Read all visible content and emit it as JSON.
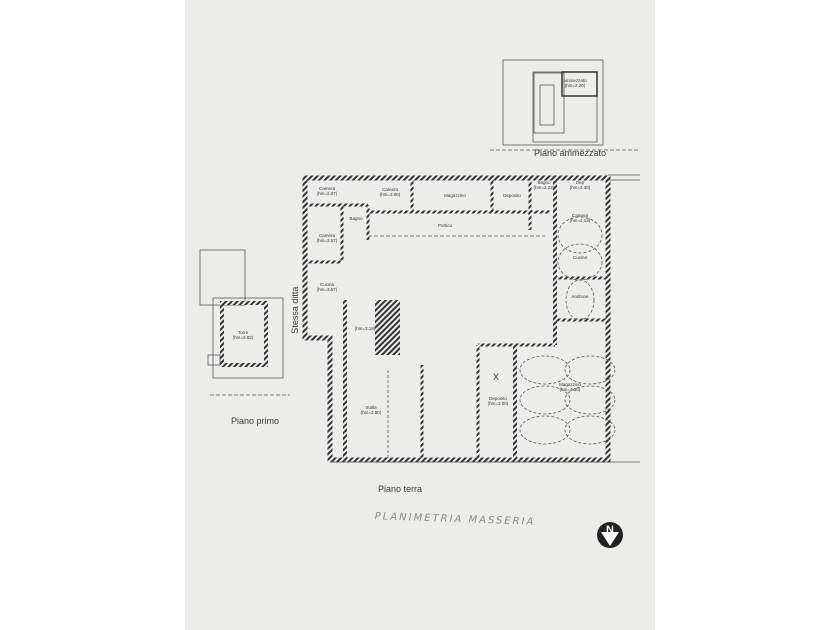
{
  "document": {
    "title_handwritten": "PLANIMETRIA MASSERIA",
    "north_arrow": "N",
    "floors": {
      "ammezzato": {
        "label": "Piano ammezzato",
        "rooms": [
          {
            "name": "ammezzato",
            "height": "(hm=2.20)"
          }
        ]
      },
      "primo": {
        "label": "Piano primo",
        "rooms": [
          {
            "name": "Torre",
            "height": "(hm=3.82)"
          }
        ]
      },
      "terra": {
        "label": "Piano terra",
        "side_note": "Stessa ditta",
        "marker": "X",
        "rooms": [
          {
            "name": "Camera",
            "height": "(hm=2.97)"
          },
          {
            "name": "Camera",
            "height": "(hm=3.00)"
          },
          {
            "name": "Magazzino",
            "height": ""
          },
          {
            "name": "Deposito",
            "height": ""
          },
          {
            "name": "Bagno",
            "height": "(hm=2.22)"
          },
          {
            "name": "Dep",
            "height": "(hm=2.30)"
          },
          {
            "name": "Bagno",
            "height": ""
          },
          {
            "name": "Portico",
            "height": ""
          },
          {
            "name": "Camera",
            "height": "(hm=3.57)"
          },
          {
            "name": "Camera",
            "height": "(hm=4.13)"
          },
          {
            "name": "Cucina",
            "height": ""
          },
          {
            "name": "Cucina",
            "height": "(hm=3.57)"
          },
          {
            "name": "Androne",
            "height": ""
          },
          {
            "name": "",
            "height": "(hm=3.18)"
          },
          {
            "name": "Stalla",
            "height": "(hm=3.50)"
          },
          {
            "name": "Deposito",
            "height": "(hm=3.00)"
          },
          {
            "name": "Magazzino",
            "height": "(hm=4.30)"
          }
        ]
      }
    }
  }
}
